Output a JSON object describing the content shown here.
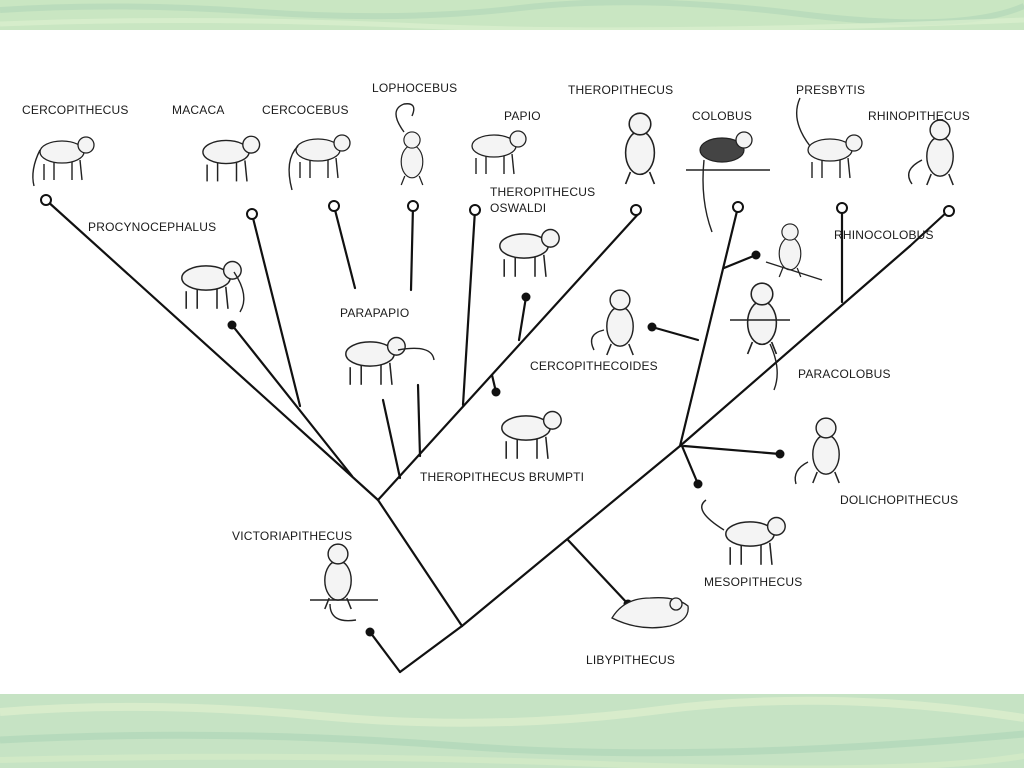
{
  "colors": {
    "background_green": "#c7e3c3",
    "panel": "#ffffff",
    "ink": "#111111"
  },
  "labels": {
    "cercopithecus": "CERCOPITHECUS",
    "macaca": "MACACA",
    "cercocebus": "CERCOCEBUS",
    "lophocebus": "LOPHOCEBUS",
    "papio": "PAPIO",
    "theropithecus": "THEROPITHECUS",
    "colobus": "COLOBUS",
    "presbytis": "PRESBYTIS",
    "rhinopithecus": "RHINOPITHECUS",
    "procynocephalus": "PROCYNOCEPHALUS",
    "theropithecus_oswaldi_1": "THEROPITHECUS",
    "theropithecus_oswaldi_2": "OSWALDI",
    "rhinocolobus": "RHINOCOLOBUS",
    "parapapio": "PARAPAPIO",
    "cercopithecoides": "CERCOPITHECOIDES",
    "paracolobus": "PARACOLOBUS",
    "theropithecus_brumpti": "THEROPITHECUS BRUMPTI",
    "dolichopithecus": "DOLICHOPITHECUS",
    "victoriapithecus": "VICTORIAPITHECUS",
    "mesopithecus": "MESOPITHECUS",
    "libypithecus": "LIBYPITHECUS"
  },
  "icons": {
    "monkey": "monkey-illustration-icon",
    "open_tip": "living-genus-marker-icon",
    "filled_tip": "fossil-genus-marker-icon"
  }
}
